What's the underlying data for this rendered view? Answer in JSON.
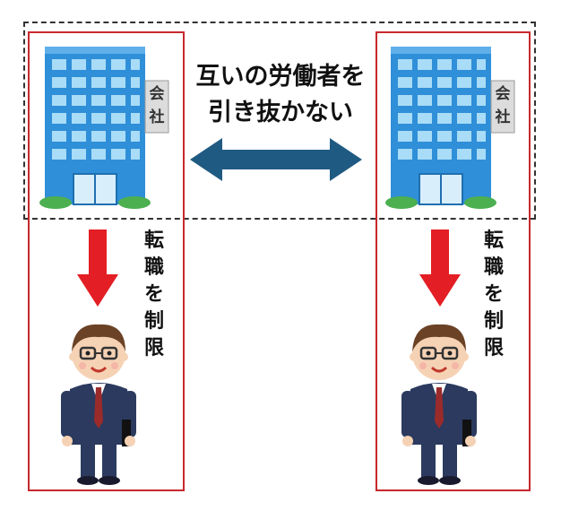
{
  "diagram": {
    "agreement_text": {
      "line1": "互いの労働者を",
      "line2": "引き抜かない"
    },
    "building_sign": [
      "会",
      "社"
    ],
    "left_label_chars": [
      "転",
      "職",
      "を",
      "制",
      "限"
    ],
    "right_label_chars": [
      "転",
      "職",
      "を",
      "制",
      "限"
    ],
    "colors": {
      "building_blue": "#2f8fd8",
      "window_light": "#a9dcf7",
      "double_arrow": "#1f5a82",
      "down_arrow": "#e31e24",
      "frame_red": "#c8282d",
      "suit_navy": "#2b3a5e",
      "tie": "#9b2b2b"
    }
  }
}
